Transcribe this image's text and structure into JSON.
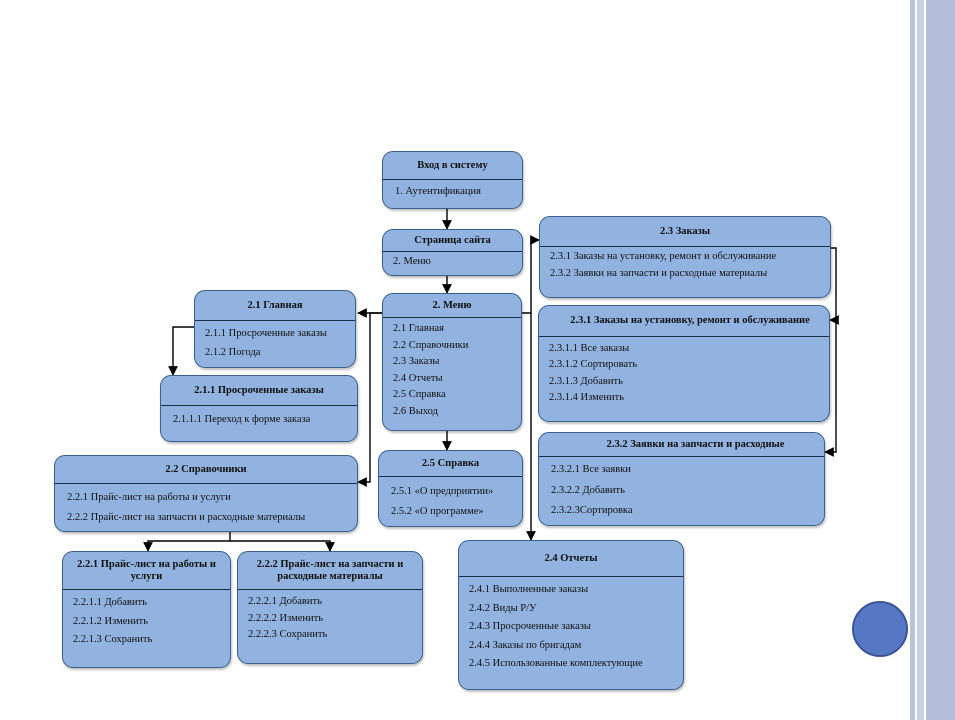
{
  "boxes": {
    "login": {
      "title": "Вход в систему",
      "items": [
        "1.  Аутентификация"
      ]
    },
    "site": {
      "title": "Страница сайта",
      "items": [
        "2. Меню"
      ]
    },
    "menu": {
      "title": "2. Меню",
      "items": [
        "2.1 Главная",
        "2.2 Справочники",
        "2.3 Заказы",
        "2.4 Отчеты",
        "2.5 Справка",
        "2.6 Выход"
      ]
    },
    "main": {
      "title": "2.1 Главная",
      "items": [
        "2.1.1 Просроченные заказы",
        "2.1.2 Погода"
      ]
    },
    "overdue": {
      "title": "2.1.1 Просроченные заказы",
      "items": [
        "2.1.1.1 Переход к форме заказа"
      ]
    },
    "refs": {
      "title": "2.2 Справочники",
      "items": [
        "2.2.1 Прайс-лист на работы и услуги",
        "2.2.2 Прайс-лист на запчасти и расходные материалы"
      ]
    },
    "price1": {
      "title": "2.2.1 Прайс-лист на работы и услуги",
      "items": [
        "2.2.1.1 Добавить",
        "2.2.1.2 Изменить",
        "2.2.1.3 Сохранить"
      ]
    },
    "price2": {
      "title": "2.2.2 Прайс-лист на запчасти и расходные материалы",
      "items": [
        "2.2.2.1 Добавить",
        "2.2.2.2 Изменить",
        "2.2.2.3 Сохранить"
      ]
    },
    "help": {
      "title": "2.5 Справка",
      "items": [
        "2.5.1 «О предприятии»",
        "2.5.2 «О программе»"
      ]
    },
    "orders": {
      "title": "2.3 Заказы",
      "items": [
        "2.3.1 Заказы на установку, ремонт и обслуживание",
        "2.3.2 Заявки на запчасти и расходные материалы"
      ]
    },
    "install": {
      "title": "2.3.1 Заказы на установку, ремонт и обслуживание",
      "items": [
        "2.3.1.1 Все заказы",
        "2.3.1.2 Сортировать",
        "2.3.1.3 Добавить",
        "2.3.1.4 Изменить"
      ]
    },
    "requests": {
      "title": "2.3.2 Заявки на запчасти и расходные",
      "items": [
        "2.3.2.1 Все заявки",
        "2.3.2.2 Добавить",
        "2.3.2.3Сортировка"
      ]
    },
    "reports": {
      "title": "2.4 Отчеты",
      "items": [
        "2.4.1 Выполненные заказы",
        "2.4.2 Виды Р/У",
        "2.4.3 Просроченные заказы",
        "2.4.4 Заказы по бригадам",
        "2.4.5 Использованные комплектующие"
      ]
    }
  },
  "colors": {
    "box_fill": "#92b3df",
    "box_border": "#3b5f8e",
    "line": "#000000",
    "accent_circle": "#5678c4"
  }
}
